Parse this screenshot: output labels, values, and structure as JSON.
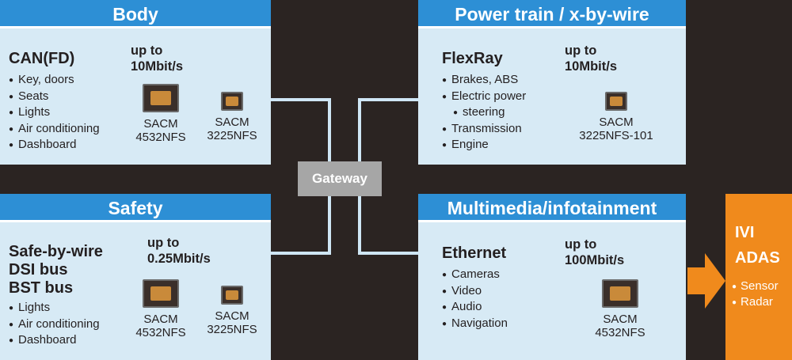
{
  "body": {
    "title": "Body",
    "bus": "CAN(FD)",
    "rate_line1": "up to",
    "rate_line2": "10Mbit/s",
    "items": [
      "Key, doors",
      "Seats",
      "Lights",
      "Air conditioning",
      "Dashboard"
    ],
    "parts": [
      {
        "line1": "SACM",
        "line2": "4532NFS"
      },
      {
        "line1": "SACM",
        "line2": "3225NFS"
      }
    ]
  },
  "powertrain": {
    "title": "Power train / x-by-wire",
    "bus": "FlexRay",
    "rate_line1": "up to",
    "rate_line2": "10Mbit/s",
    "items": [
      "Brakes, ABS",
      "Electric power",
      "steering",
      "Transmission",
      "Engine"
    ],
    "parts": [
      {
        "line1": "SACM",
        "line2": "3225NFS-101"
      }
    ]
  },
  "safety": {
    "title": "Safety",
    "bus_lines": [
      "Safe-by-wire",
      "DSI bus",
      "BST bus"
    ],
    "rate_line1": "up to",
    "rate_line2": "0.25Mbit/s",
    "items": [
      "Lights",
      "Air conditioning",
      "Dashboard"
    ],
    "parts": [
      {
        "line1": "SACM",
        "line2": "4532NFS"
      },
      {
        "line1": "SACM",
        "line2": "3225NFS"
      }
    ]
  },
  "multimedia": {
    "title": "Multimedia/infotainment",
    "bus": "Ethernet",
    "rate_line1": "up to",
    "rate_line2": "100Mbit/s",
    "items": [
      "Cameras",
      "Video",
      "Audio",
      "Navigation"
    ],
    "parts": [
      {
        "line1": "SACM",
        "line2": "4532NFS"
      }
    ]
  },
  "gateway": "Gateway",
  "ivi": {
    "line1": "IVI",
    "line2": "ADAS",
    "items": [
      "Sensor",
      "Radar"
    ]
  },
  "colors": {
    "background": "#2b2422",
    "panel": "#d7eaf5",
    "header": "#2d8fd5",
    "gateway": "#a6a6a6",
    "ivi": "#f08a1c"
  }
}
